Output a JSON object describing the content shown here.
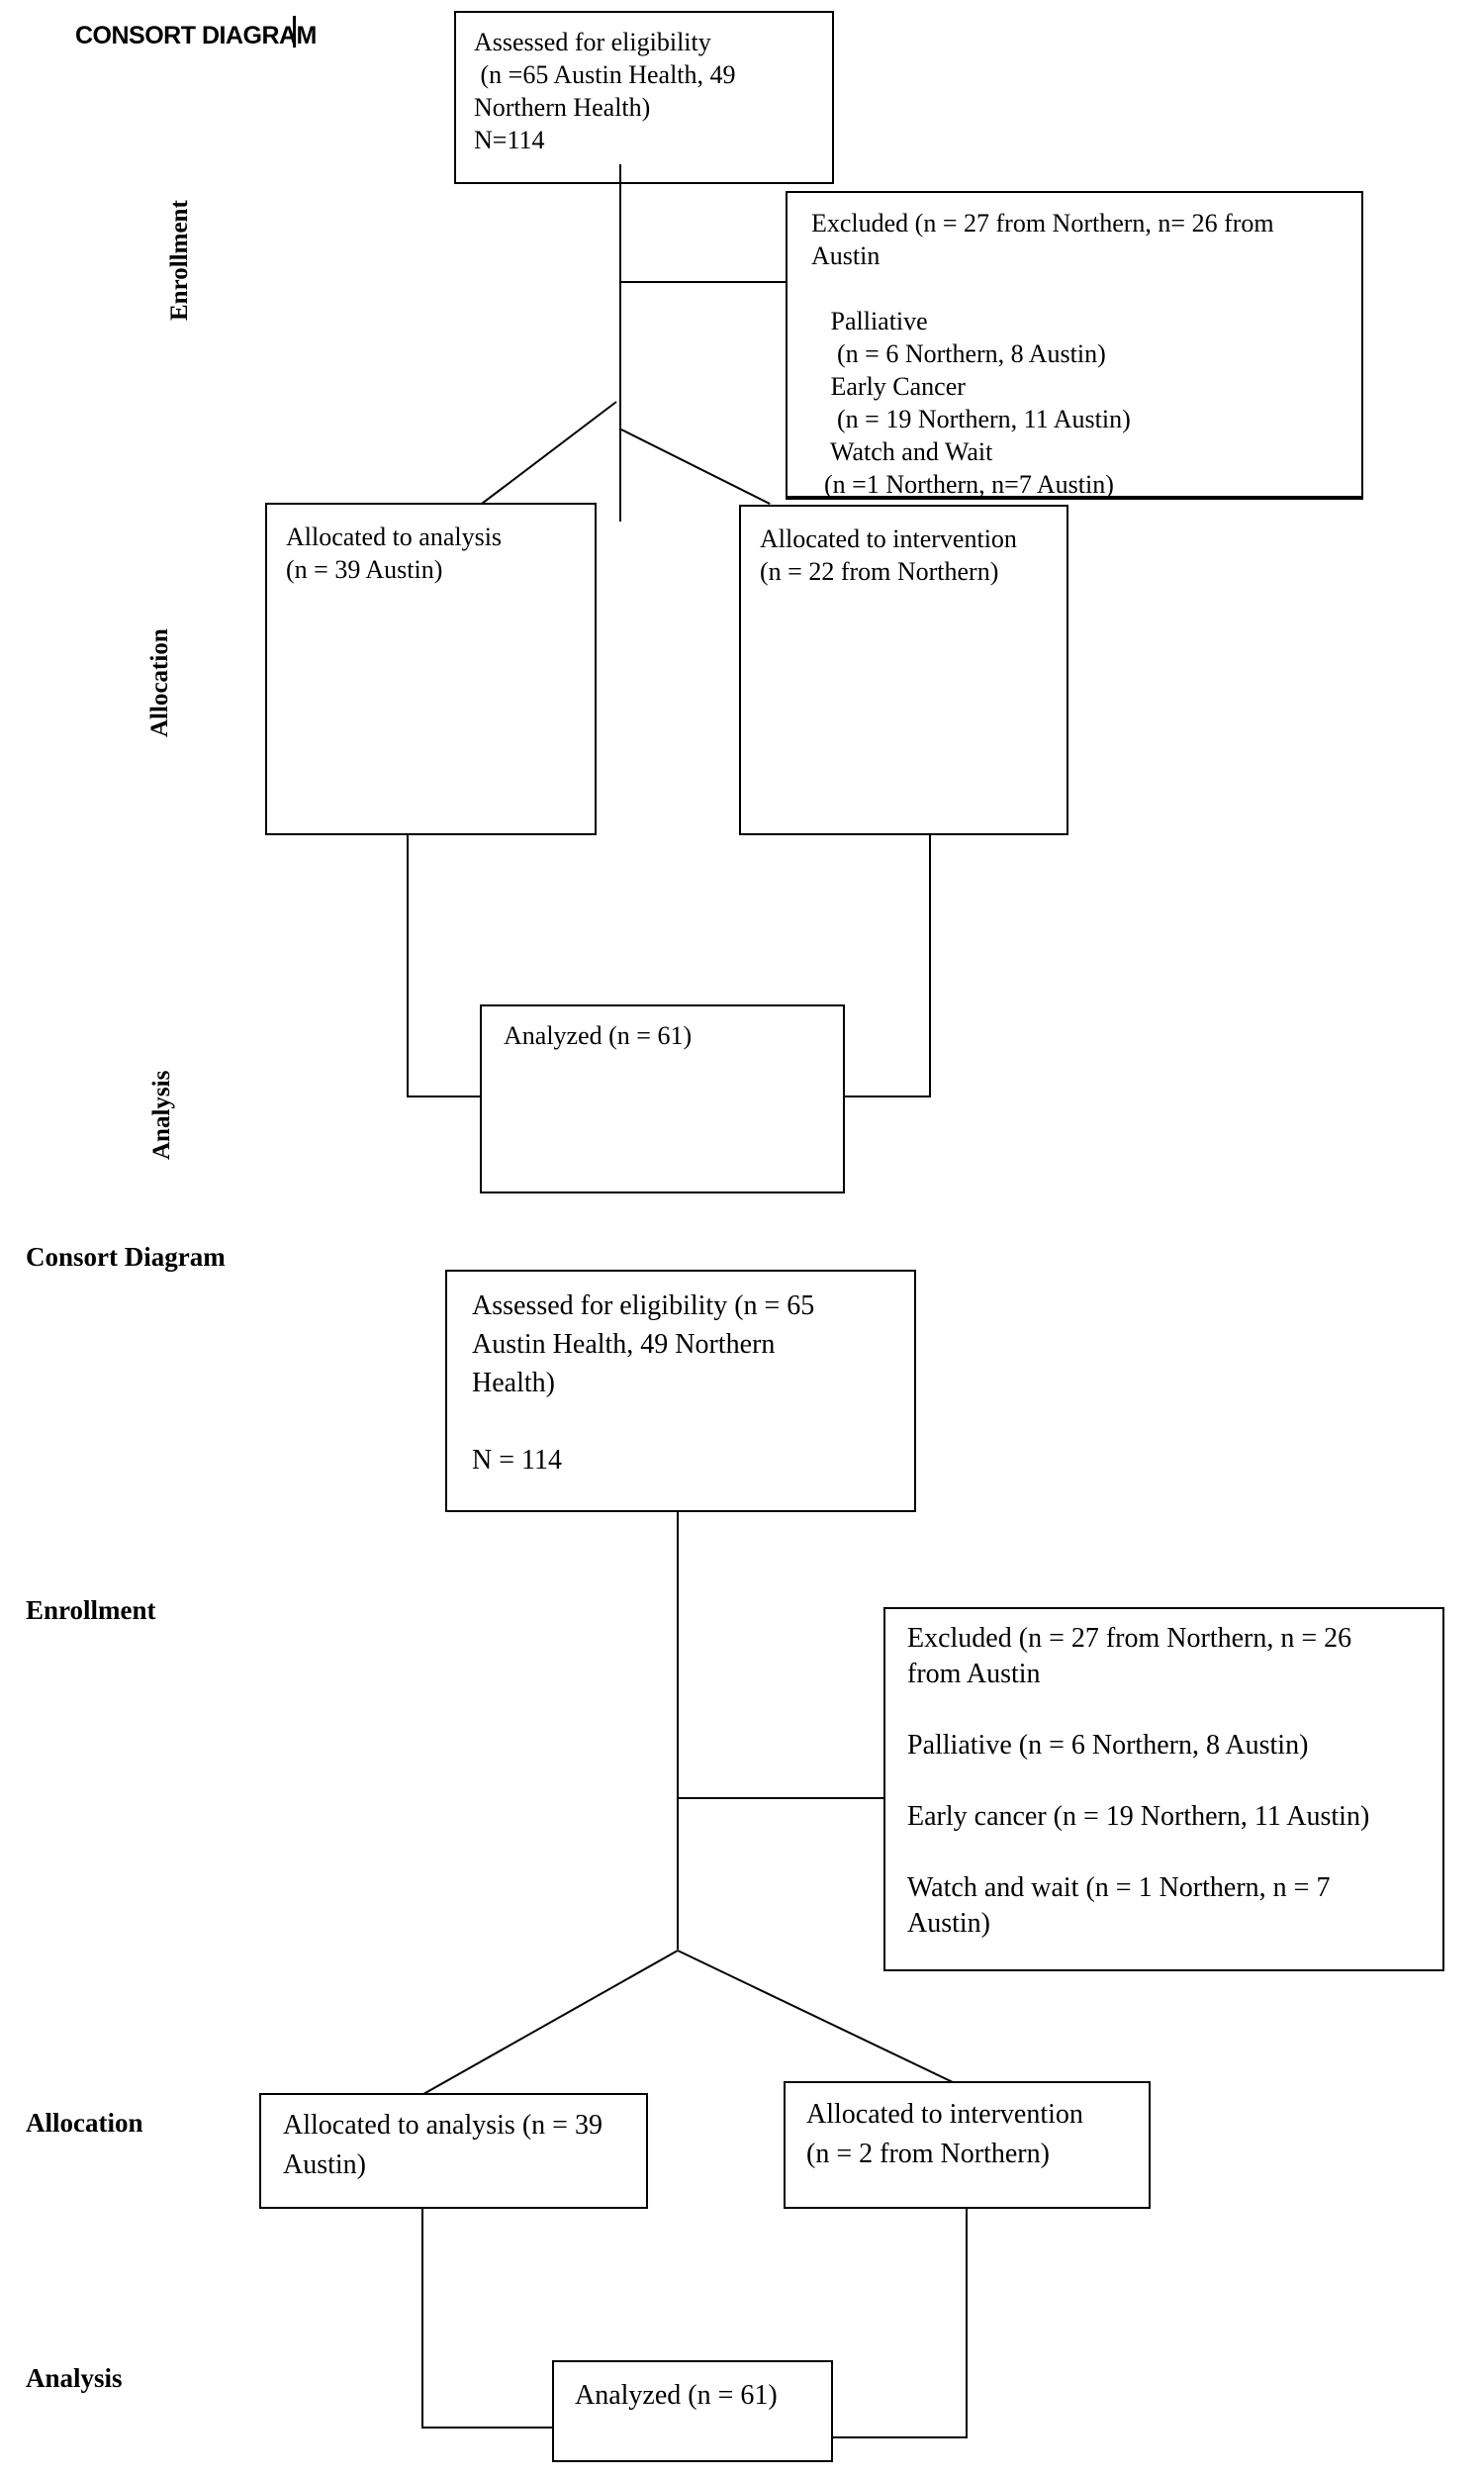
{
  "page": {
    "background": "#ffffff",
    "ink": "#000000"
  },
  "diagram1": {
    "title": "CONSORT DIAGRAM",
    "stage_labels": {
      "enrollment": "Enrollment",
      "allocation": "Allocation",
      "analysis": "Analysis"
    },
    "assessed": {
      "lines": [
        "Assessed for eligibility",
        " (n =65 Austin Health, 49",
        "Northern Health)",
        "N=114"
      ]
    },
    "excluded": {
      "lines": [
        "Excluded (n = 27 from Northern, n= 26 from",
        "Austin",
        "",
        "   Palliative",
        "    (n = 6 Northern, 8 Austin)",
        "   Early Cancer",
        "    (n = 19 Northern, 11 Austin)",
        "   Watch and Wait",
        "  (n =1 Northern, n=7 Austin)"
      ]
    },
    "allocated_analysis": {
      "lines": [
        "Allocated to analysis",
        "(n = 39 Austin)"
      ]
    },
    "allocated_intervention": {
      "lines": [
        "Allocated to intervention",
        "(n = 22 from Northern)"
      ]
    },
    "analyzed": {
      "label": "Analyzed (n = 61)"
    }
  },
  "diagram2": {
    "title": "Consort Diagram",
    "stage_labels": {
      "enrollment": "Enrollment",
      "allocation": "Allocation",
      "analysis": "Analysis"
    },
    "assessed": {
      "lines": [
        "Assessed for eligibility (n = 65",
        "Austin Health, 49 Northern",
        "Health)",
        "",
        "N = 114"
      ]
    },
    "excluded": {
      "lines": [
        "Excluded (n = 27 from Northern, n = 26",
        "from Austin",
        "",
        "Palliative (n = 6 Northern, 8 Austin)",
        "",
        "Early cancer (n = 19 Northern, 11 Austin)",
        "",
        "Watch and wait (n = 1 Northern, n = 7",
        "Austin)"
      ]
    },
    "allocated_analysis": {
      "lines": [
        "Allocated to analysis (n = 39",
        "Austin)"
      ]
    },
    "allocated_intervention": {
      "lines": [
        "Allocated to intervention",
        "(n = 2 from Northern)"
      ]
    },
    "analyzed": {
      "label": "Analyzed (n = 61)"
    }
  }
}
